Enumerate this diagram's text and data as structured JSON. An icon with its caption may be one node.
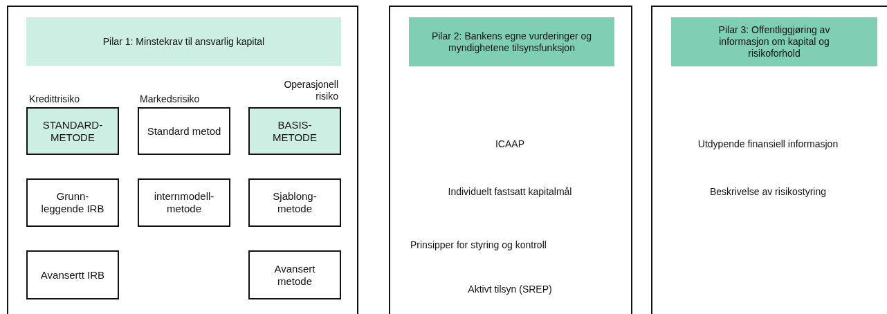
{
  "diagram": {
    "nodes": [
      {
        "text": [],
        "shape": "box"
      },
      {
        "text": [
          "Pilar 1: Minstekrav til ansvarlig kapital"
        ],
        "in": 0
      },
      {
        "text": [
          "STANDARD-METODE"
        ],
        "in": 0,
        "beside": [
          "Kredittrisiko"
        ]
      },
      {
        "text": [
          "Standard metod"
        ],
        "in": 0,
        "beside": [
          "Markedsrisiko"
        ]
      },
      {
        "text": [
          "BASIS-METODE"
        ],
        "in": 0,
        "beside": [
          "Operasjonell risiko"
        ]
      },
      {
        "text": [
          "Grunn-leggende IRB"
        ],
        "in": 0
      },
      {
        "text": [
          "internmodell-metode"
        ],
        "in": 0
      },
      {
        "text": [
          "Sjablong-metode"
        ],
        "in": 0
      },
      {
        "text": [
          "Avansertt IRB"
        ],
        "in": 0
      },
      {
        "text": [
          "Avansert metode"
        ],
        "in": 0
      },
      {
        "text": [],
        "shape": "box"
      },
      {
        "text": [
          "Pilar 2: Bankens egne vurderinger og myndighetene tilsynsfunksjon"
        ],
        "in": 10
      },
      {
        "text": [],
        "shape": "box"
      },
      {
        "text": [
          "Pilar 3: Offentliggjøring av informasjon om kapital og risikoforhold"
        ],
        "in": 12
      }
    ],
    "labels": [
      "ICAAP",
      "Individuelt fastsatt kapitalmål",
      "Prinsipper for styring og kontroll",
      "Aktivt tilsyn (SREP)",
      "Utdypende finansiell informasjon",
      "Beskrivelse av risikostyring"
    ]
  }
}
